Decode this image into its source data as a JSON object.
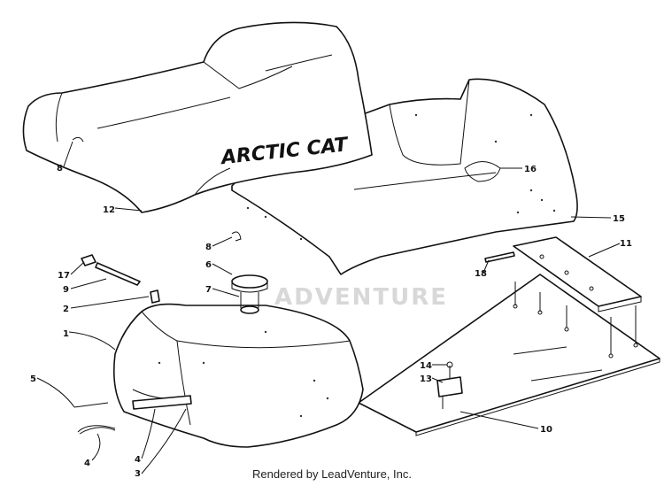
{
  "brand_decal": "ARCTIC CAT",
  "watermark": "ADVENTURE",
  "footer": "Rendered by LeadVenture, Inc.",
  "callouts": {
    "c1": "1",
    "c2": "2",
    "c3": "3",
    "c4a": "4",
    "c4b": "4",
    "c5": "5",
    "c6": "6",
    "c7": "7",
    "c8a": "8",
    "c8b": "8",
    "c9": "9",
    "c10": "10",
    "c11": "11",
    "c12": "12",
    "c13": "13",
    "c14": "14",
    "c15": "15",
    "c16": "16",
    "c17": "17",
    "c18": "18"
  }
}
